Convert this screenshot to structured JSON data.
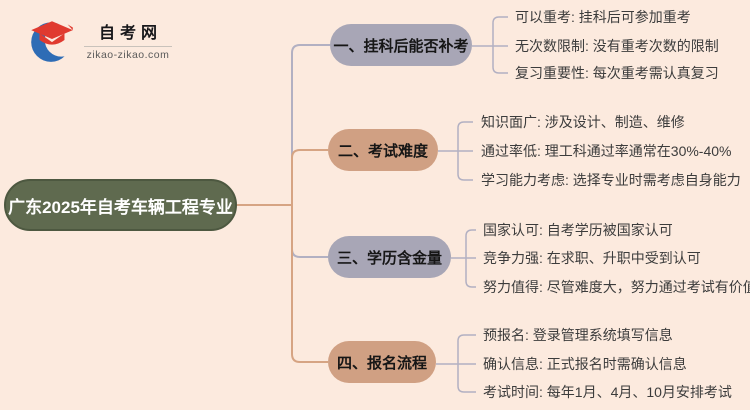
{
  "logo": {
    "title": "自考网",
    "domain": "zikao-zikao.com"
  },
  "root": {
    "label": "广东2025年自考车辆工程专业"
  },
  "branches": [
    {
      "label": "一、挂科后能否补考",
      "color": "#a8a6b6",
      "leaves": [
        "可以重考: 挂科后可参加重考",
        "无次数限制: 没有重考次数的限制",
        "复习重要性: 每次重考需认真复习"
      ]
    },
    {
      "label": "二、考试难度",
      "color": "#d0a083",
      "leaves": [
        "知识面广: 涉及设计、制造、维修",
        "通过率低: 理工科通过率通常在30%-40%",
        "学习能力考虑: 选择专业时需考虑自身能力"
      ]
    },
    {
      "label": "三、学历含金量",
      "color": "#a8a6b6",
      "leaves": [
        "国家认可: 自考学历被国家认可",
        "竞争力强: 在求职、升职中受到认可",
        "努力值得: 尽管难度大，努力通过考试有价值"
      ]
    },
    {
      "label": "四、报名流程",
      "color": "#d0a083",
      "leaves": [
        "预报名: 登录管理系统填写信息",
        "确认信息: 正式报名时需确认信息",
        "考试时间: 每年1月、4月、10月安排考试"
      ]
    }
  ],
  "colors": {
    "background": "#fceade",
    "root_fill": "#5f6a4f",
    "branch_lavender": "#a8a6b6",
    "branch_tan": "#d0a083",
    "line_tan": "#d6a483",
    "line_lavender": "#b2b0c2",
    "leaf_text": "#3c3c3c",
    "logo_red": "#e03a2f",
    "logo_blue": "#2e6cb5"
  }
}
